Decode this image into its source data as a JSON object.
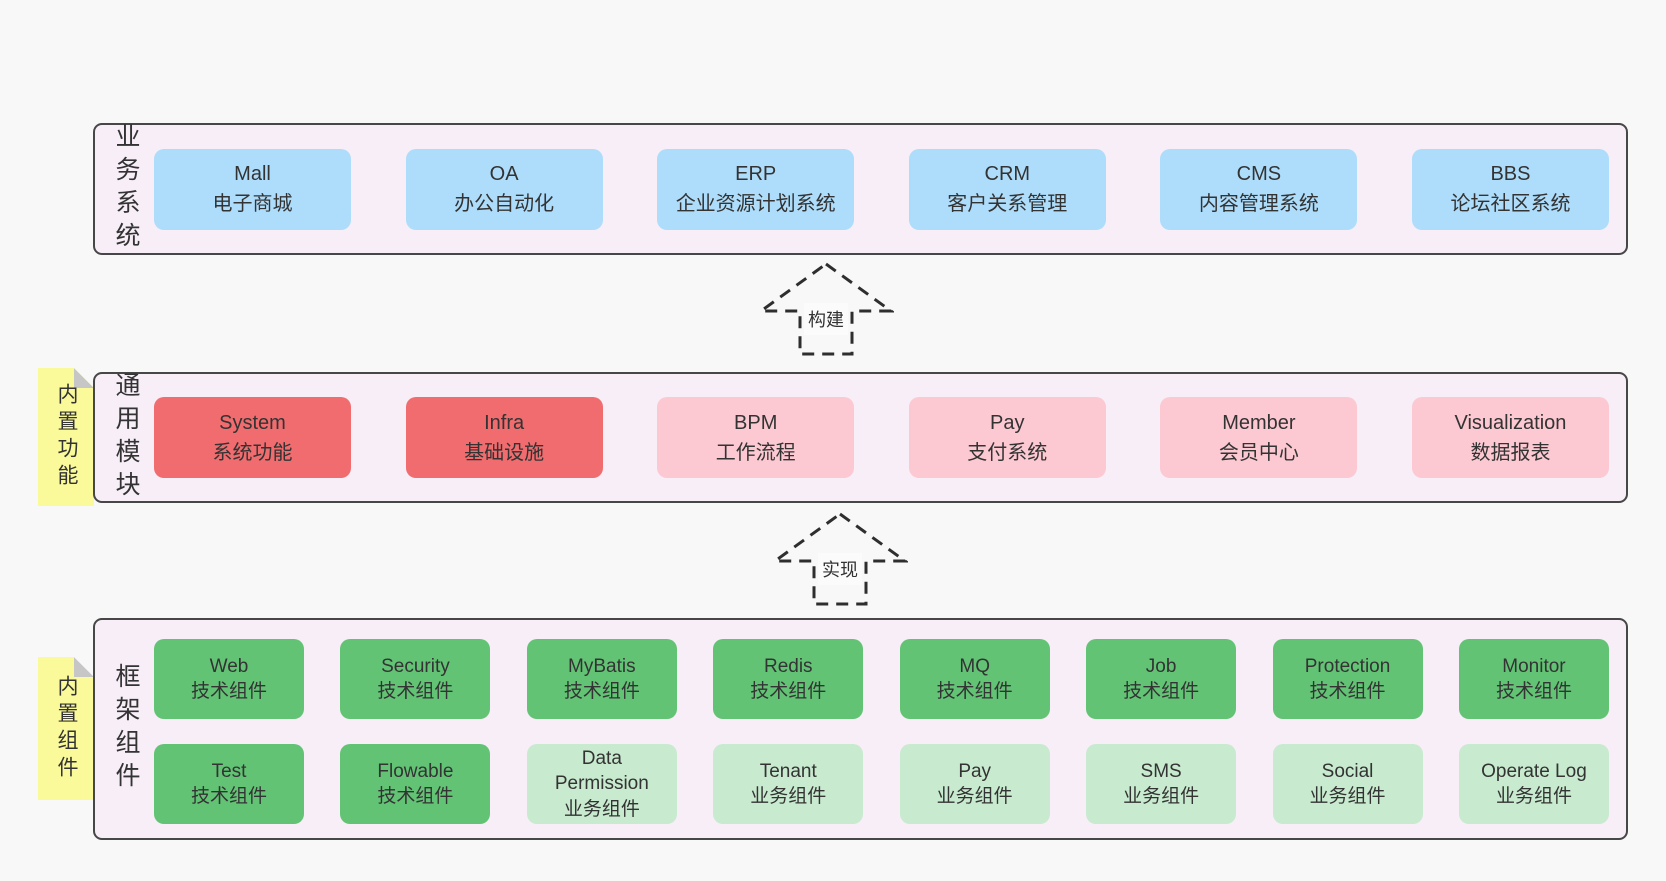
{
  "colors": {
    "page_bg": "#f8f8f8",
    "container_bg": "#f7eef7",
    "container_border": "#474747",
    "business_box": "#aeddfb",
    "core_module_box": "#f06c6e",
    "module_box": "#fcc9d2",
    "tech_component_box": "#63c375",
    "biz_component_box": "#c8eacf",
    "sticky_note": "#fafa9b",
    "note_fold": "#c6c6c6",
    "text": "#333333"
  },
  "arrows": [
    {
      "label": "构建"
    },
    {
      "label": "实现"
    }
  ],
  "layers": [
    {
      "label": "业务系统",
      "boxes": [
        {
          "en": "Mall",
          "zh": "电子商城"
        },
        {
          "en": "OA",
          "zh": "办公自动化"
        },
        {
          "en": "ERP",
          "zh": "企业资源计划系统"
        },
        {
          "en": "CRM",
          "zh": "客户关系管理"
        },
        {
          "en": "CMS",
          "zh": "内容管理系统"
        },
        {
          "en": "BBS",
          "zh": "论坛社区系统"
        }
      ]
    },
    {
      "label": "通用模块",
      "note": "内置功能",
      "boxes": [
        {
          "en": "System",
          "zh": "系统功能"
        },
        {
          "en": "Infra",
          "zh": "基础设施"
        },
        {
          "en": "BPM",
          "zh": "工作流程"
        },
        {
          "en": "Pay",
          "zh": "支付系统"
        },
        {
          "en": "Member",
          "zh": "会员中心"
        },
        {
          "en": "Visualization",
          "zh": "数据报表"
        }
      ]
    },
    {
      "label": "框架组件",
      "note": "内置组件",
      "rows": [
        [
          {
            "en": "Web",
            "zh": "技术组件"
          },
          {
            "en": "Security",
            "zh": "技术组件"
          },
          {
            "en": "MyBatis",
            "zh": "技术组件"
          },
          {
            "en": "Redis",
            "zh": "技术组件"
          },
          {
            "en": "MQ",
            "zh": "技术组件"
          },
          {
            "en": "Job",
            "zh": "技术组件"
          },
          {
            "en": "Protection",
            "zh": "技术组件"
          },
          {
            "en": "Monitor",
            "zh": "技术组件"
          }
        ],
        [
          {
            "en": "Test",
            "zh": "技术组件"
          },
          {
            "en": "Flowable",
            "zh": "技术组件"
          },
          {
            "en": "Data Permission",
            "zh": "业务组件"
          },
          {
            "en": "Tenant",
            "zh": "业务组件"
          },
          {
            "en": "Pay",
            "zh": "业务组件"
          },
          {
            "en": "SMS",
            "zh": "业务组件"
          },
          {
            "en": "Social",
            "zh": "业务组件"
          },
          {
            "en": "Operate Log",
            "zh": "业务组件"
          }
        ]
      ]
    }
  ]
}
